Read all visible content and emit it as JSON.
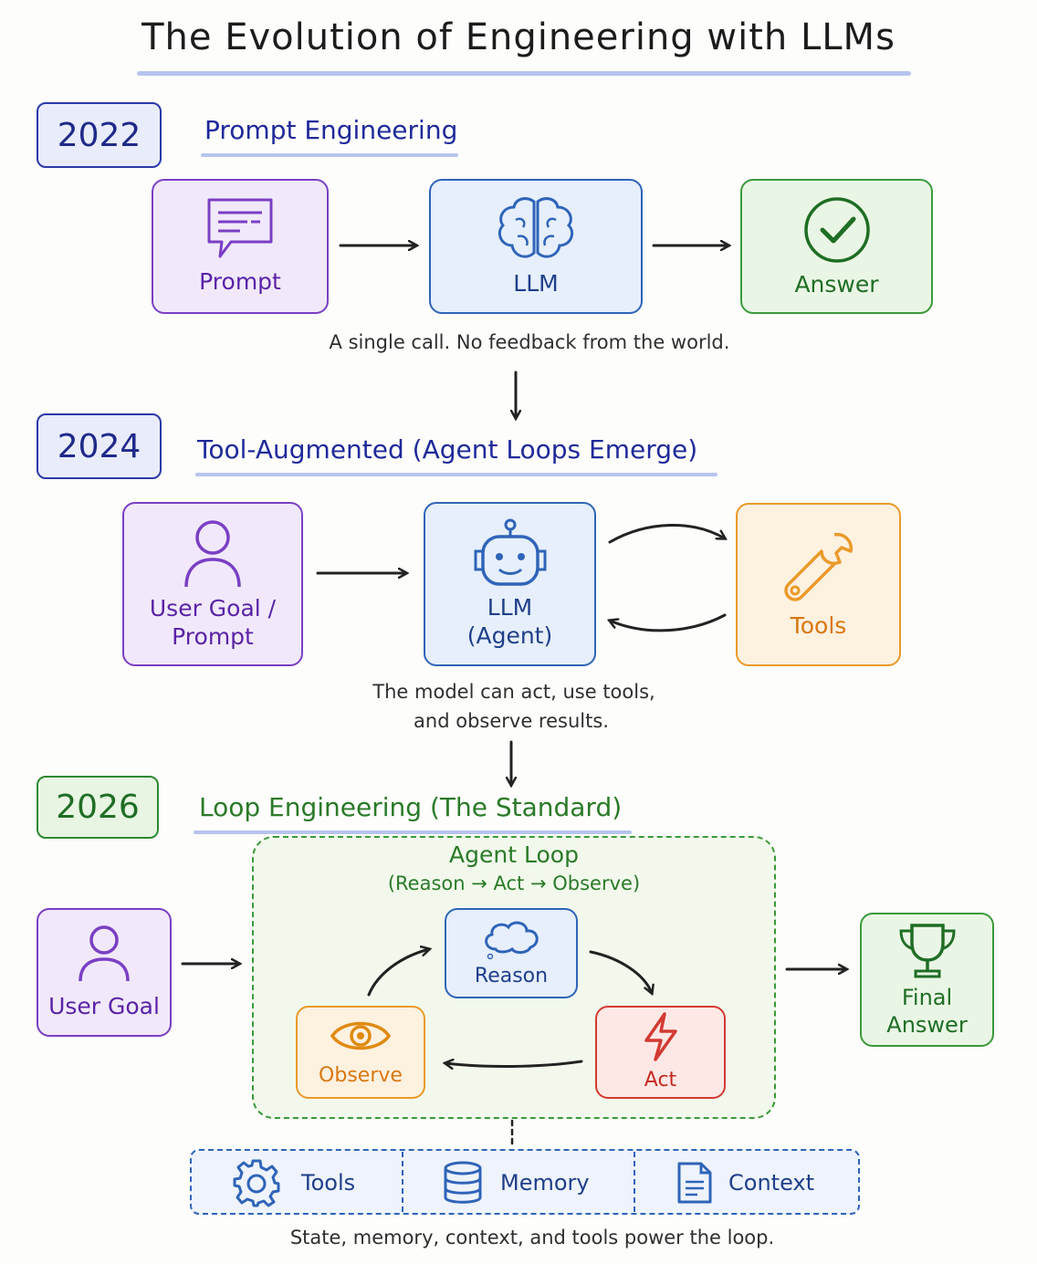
{
  "title": "The Evolution of Engineering with LLMs",
  "colors": {
    "purple": "#7a3fc4",
    "blue": "#2f64b8",
    "green": "#3a9a3a",
    "orange": "#ea9a2a",
    "red": "#d23a32",
    "navy": "#1f2a8a"
  },
  "s2022": {
    "year": "2022",
    "heading": "Prompt Engineering",
    "prompt": "Prompt",
    "llm": "LLM",
    "answer": "Answer",
    "caption": "A single call. No feedback from the world."
  },
  "s2024": {
    "year": "2024",
    "heading": "Tool-Augmented (Agent Loops Emerge)",
    "user_line1": "User Goal /",
    "user_line2": "Prompt",
    "llm_line1": "LLM",
    "llm_line2": "(Agent)",
    "tools": "Tools",
    "caption_line1": "The model can act, use tools,",
    "caption_line2": "and observe results."
  },
  "s2026": {
    "year": "2026",
    "heading": "Loop Engineering (The Standard)",
    "loop_title": "Agent Loop",
    "loop_subtitle": "(Reason → Act → Observe)",
    "user_goal": "User Goal",
    "reason": "Reason",
    "act": "Act",
    "observe": "Observe",
    "final_line1": "Final",
    "final_line2": "Answer",
    "support": [
      "Tools",
      "Memory",
      "Context"
    ],
    "caption": "State, memory, context, and tools power the loop."
  },
  "icons": [
    "chat-bubble-icon",
    "brain-icon",
    "check-circle-icon",
    "user-icon",
    "robot-icon",
    "wrench-icon",
    "thought-cloud-icon",
    "lightning-icon",
    "eye-icon",
    "trophy-icon",
    "gear-icon",
    "database-icon",
    "document-icon"
  ]
}
